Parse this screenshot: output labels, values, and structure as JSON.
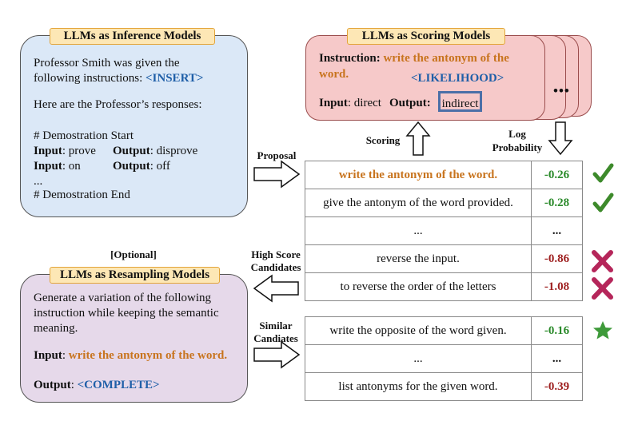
{
  "inference": {
    "tag": "LLMs as Inference Models",
    "line1": "Professor Smith was given the",
    "line2_prefix": "following instructions: ",
    "insert": "<INSERT>",
    "line3": "Here are the Professor’s responses:",
    "demo_start": "# Demostration Start",
    "rows": [
      {
        "input_label": "Input",
        "input_val": ": prove",
        "output_label": "Output",
        "output_val": ": disprove"
      },
      {
        "input_label": "Input",
        "input_val": ": on",
        "output_label": "Output",
        "output_val": ": off"
      }
    ],
    "ellipsis": "...",
    "demo_end": "# Demostration End"
  },
  "scoring": {
    "tag": "LLMs as Scoring Models",
    "instruction_label": "Instruction",
    "instruction_text_a": "write the antonym of the",
    "instruction_text_b": "word.",
    "likelihood": "<LIKELIHOOD>",
    "input_label": "Input",
    "input_val": ": direct",
    "output_label": "Output",
    "output_colon": ":",
    "output_val": "indirect",
    "more": "•••"
  },
  "resampling": {
    "tag": "LLMs as Resampling Models",
    "line1": "Generate a variation of the following",
    "line2": "instruction while keeping the semantic",
    "line3": "meaning.",
    "input_label": "Input",
    "input_colon": ": ",
    "input_val": "write the antonym of the word.",
    "output_label": "Output",
    "output_colon": ": ",
    "output_val": "<COMPLETE>"
  },
  "labels": {
    "proposal": "Proposal",
    "scoring": "Scoring",
    "log_prob_1": "Log",
    "log_prob_2": "Probability",
    "optional": "[Optional]",
    "high_score_1": "High Score",
    "high_score_2": "Candidates",
    "similar_1": "Similar",
    "similar_2": "Candiates"
  },
  "table_top": [
    {
      "text": "write the antonym of the word.",
      "score": "-0.26",
      "highlight": true,
      "mark": "check"
    },
    {
      "text": "give the antonym of the word provided.",
      "score": "-0.28",
      "highlight": false,
      "mark": "check"
    },
    {
      "text": "...",
      "score": "...",
      "highlight": false,
      "mark": ""
    },
    {
      "text": "reverse the input.",
      "score": "-0.86",
      "highlight": false,
      "mark": "cross"
    },
    {
      "text": "to reverse the order of the letters",
      "score": "-1.08",
      "highlight": false,
      "mark": "cross"
    }
  ],
  "table_bottom": [
    {
      "text": "write the opposite of the word given.",
      "score": "-0.16",
      "mark": "star"
    },
    {
      "text": "...",
      "score": "...",
      "mark": ""
    },
    {
      "text": "list antonyms for the given word.",
      "score": "-0.39",
      "mark": ""
    }
  ],
  "colors": {
    "inference_bg": "#dbe8f7",
    "resampling_bg": "#e6d9ea",
    "scoring_bg": "#f6c9c9",
    "check": "#3d8a2b",
    "cross": "#b5265a",
    "star": "#3e9a3a"
  }
}
